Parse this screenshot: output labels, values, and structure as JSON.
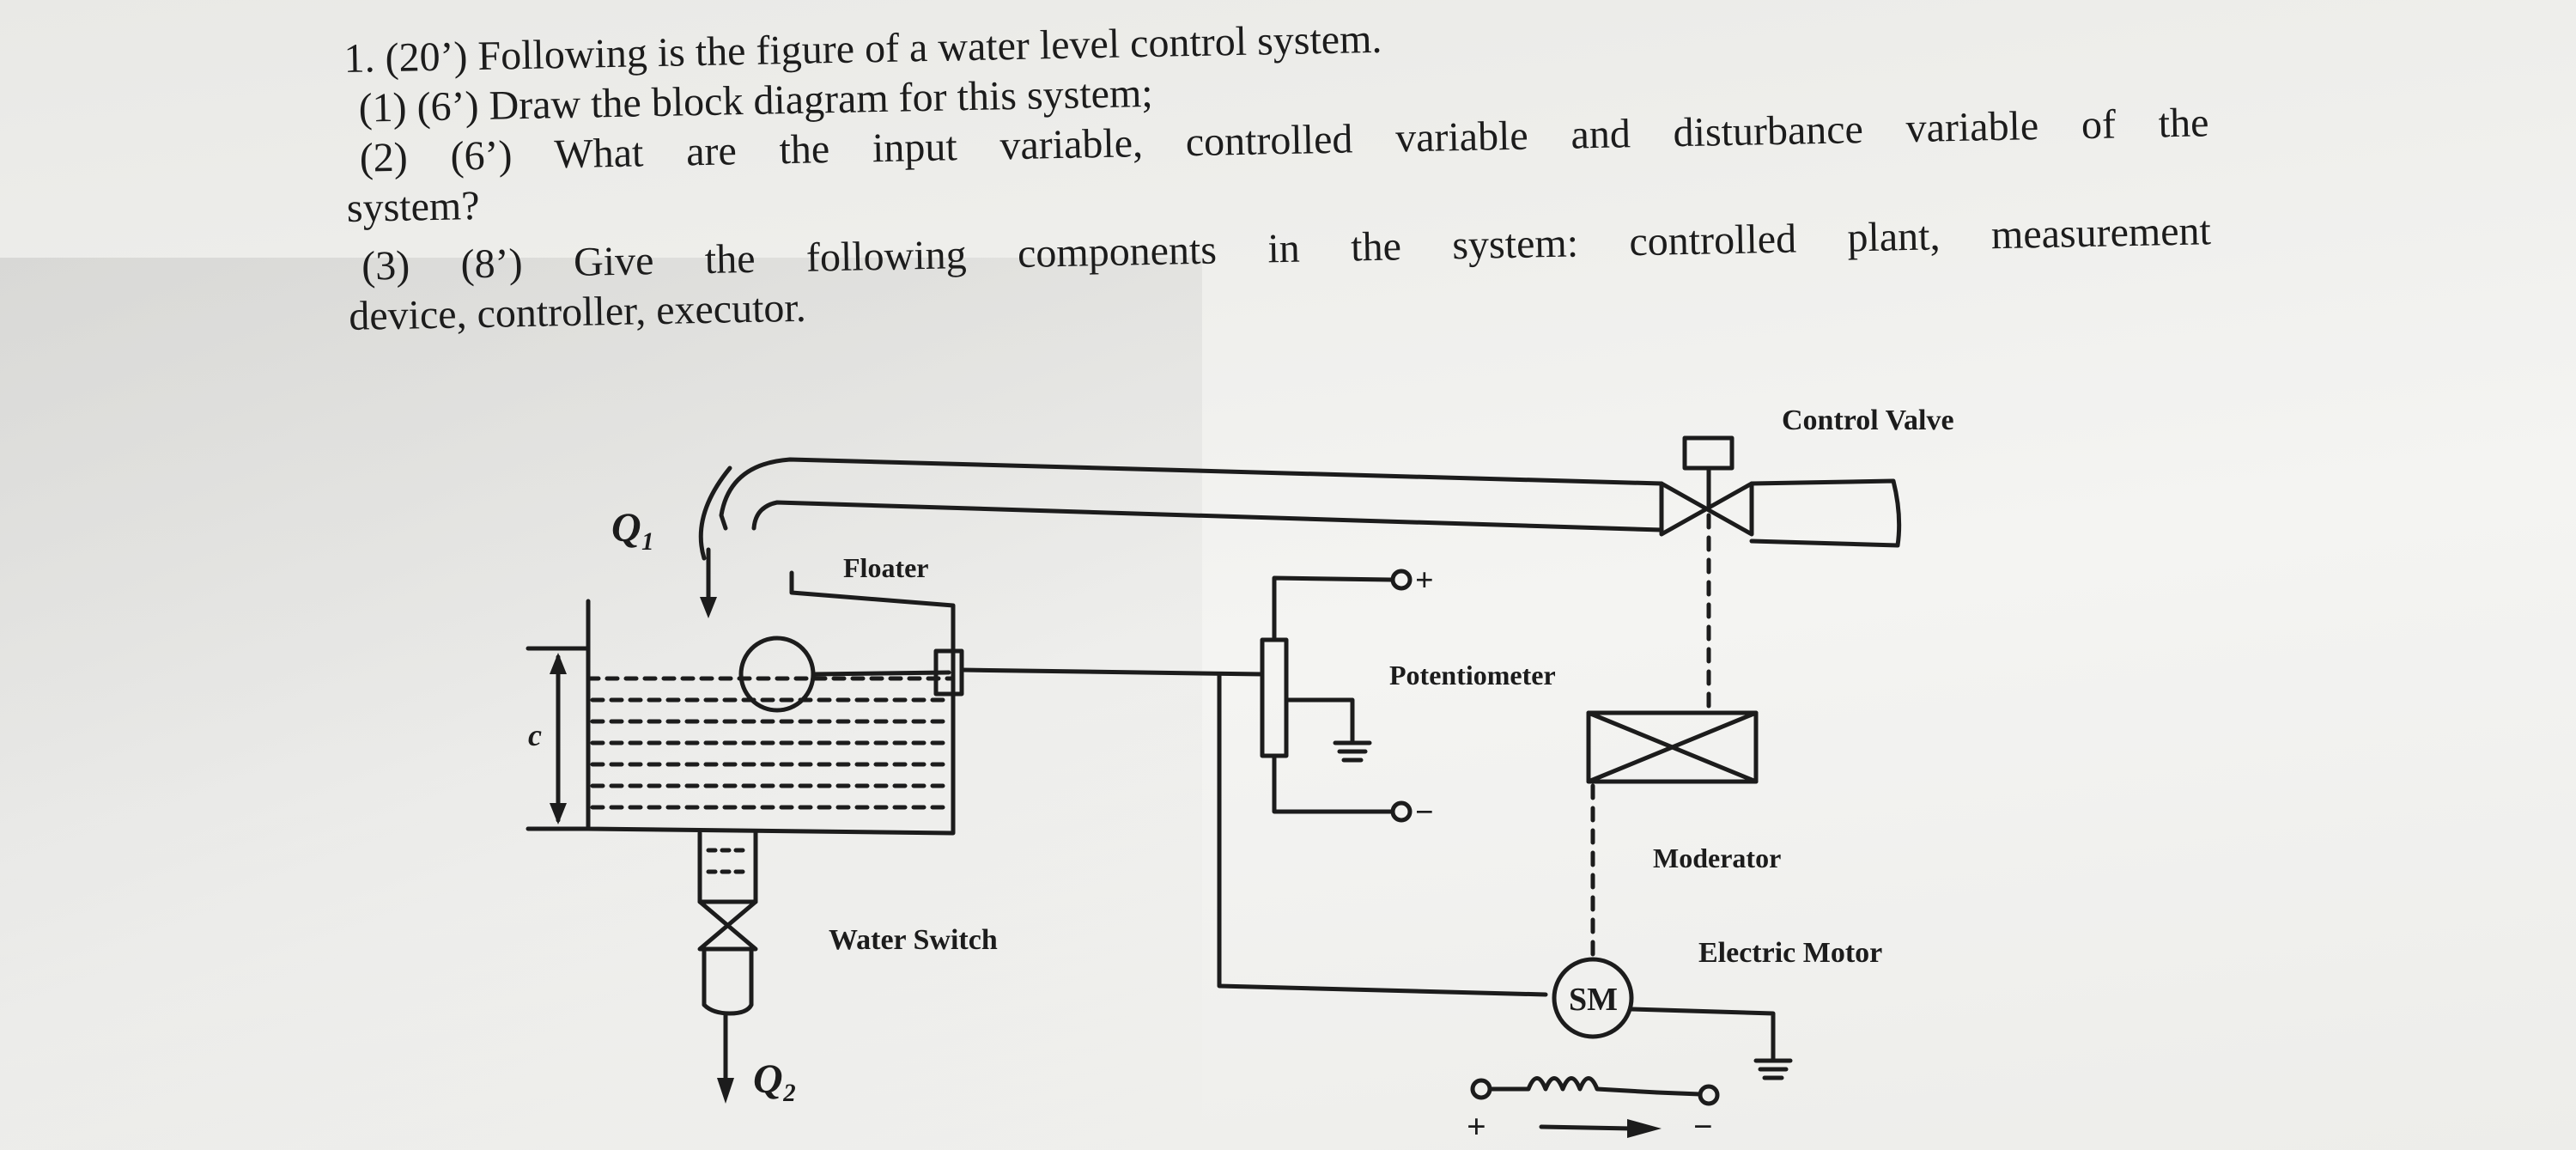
{
  "question": {
    "title": "1. (20’) Following is the figure of a water level control system.",
    "part1": "(1) (6’) Draw the block diagram for this system;",
    "part2_line1": "(2) (6’) What are the input variable, controlled variable and disturbance variable of the",
    "part2_line2": "system?",
    "part3_line1": "(3) (8’) Give the following components in the system: controlled plant, measurement",
    "part3_line2": "device, controller, executor."
  },
  "diagram": {
    "labels": {
      "control_valve": "Control Valve",
      "floater": "Floater",
      "potentiometer": "Potentiometer",
      "moderator": "Moderator",
      "water_switch": "Water Switch",
      "electric_motor": "Electric Motor",
      "motor_symbol": "SM",
      "inflow": "Q₁",
      "outflow": "Q₂",
      "level": "c",
      "plus_top": "+",
      "minus_mid": "−",
      "plus_bottom": "+",
      "minus_bottom": "−"
    }
  },
  "colors": {
    "ink": "#1c1c1c",
    "paper": "#efefec"
  }
}
